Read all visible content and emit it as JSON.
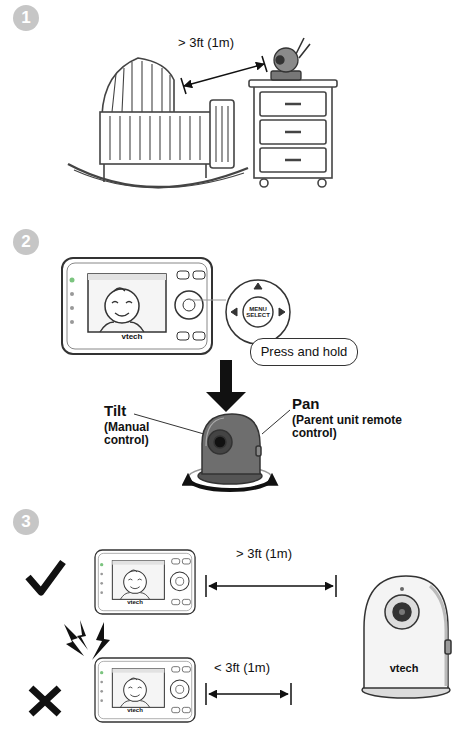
{
  "diagram": {
    "nodes": [
      {
        "text": [
          "1"
        ]
      },
      {
        "text": [
          "2"
        ]
      },
      {
        "text": [
          "MENU SELECT"
        ]
      },
      {
        "text": [
          "Press and hold"
        ]
      },
      {
        "text": [
          "3"
        ]
      }
    ],
    "labels": [
      "> 3ft (1m)",
      "vtech",
      "Tilt",
      "(Manual control)",
      "Pan",
      "(Parent unit remote control)",
      "> 3ft (1m)",
      "vtech",
      "< 3ft (1m)",
      "vtech",
      "vtech"
    ]
  }
}
